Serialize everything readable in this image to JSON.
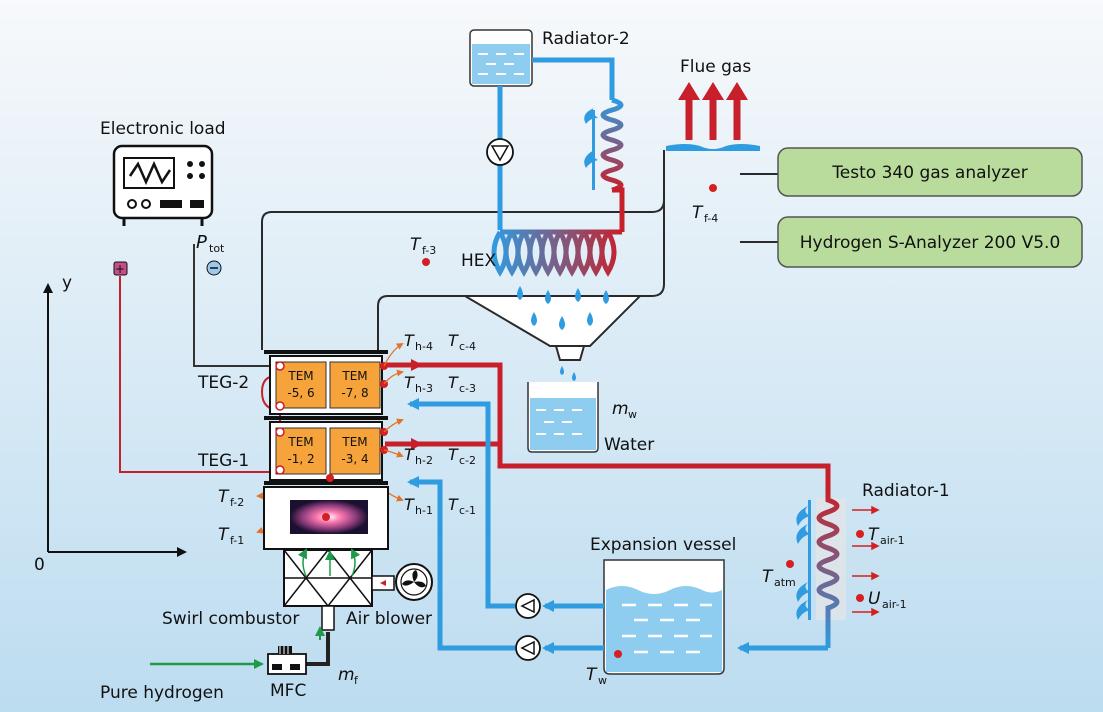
{
  "labels": {
    "radiator2": "Radiator-2",
    "flue_gas": "Flue gas",
    "electronic_load": "Electronic load",
    "testo": "Testo 340 gas analyzer",
    "hydrogen_analyzer": "Hydrogen S-Analyzer 200 V5.0",
    "hex": "HEX",
    "teg2": "TEG-2",
    "teg1": "TEG-1",
    "water": "Water",
    "radiator1": "Radiator-1",
    "expansion_vessel": "Expansion vessel",
    "swirl_combustor": "Swirl combustor",
    "air_blower": "Air blower",
    "pure_hydrogen": "Pure hydrogen",
    "mfc": "MFC",
    "axis_y": "y",
    "axis_origin": "0"
  },
  "symbols": {
    "P": "P",
    "tot": "tot",
    "T": "T",
    "m": "m",
    "U": "U",
    "f1": "f-1",
    "f2": "f-2",
    "f3": "f-3",
    "f4": "f-4",
    "h1": "h-1",
    "h2": "h-2",
    "h3": "h-3",
    "h4": "h-4",
    "c1": "c-1",
    "c2": "c-2",
    "c3": "c-3",
    "c4": "c-4",
    "w": "w",
    "f": "f",
    "atm": "atm",
    "air1": "air-1"
  },
  "tems": {
    "tem": "TEM",
    "t56": "-5, 6",
    "t78": "-7, 8",
    "t12": "-1, 2",
    "t34": "-3, 4"
  },
  "colors": {
    "hot": "#c8202a",
    "cold": "#2f9be0",
    "tem_fill": "#f5a33a",
    "analyzer_fill": "#b9dc9c",
    "water_fill": "#8fcdf0",
    "background_top": "#f7f9fb",
    "background_bottom": "#bcdcf0"
  }
}
